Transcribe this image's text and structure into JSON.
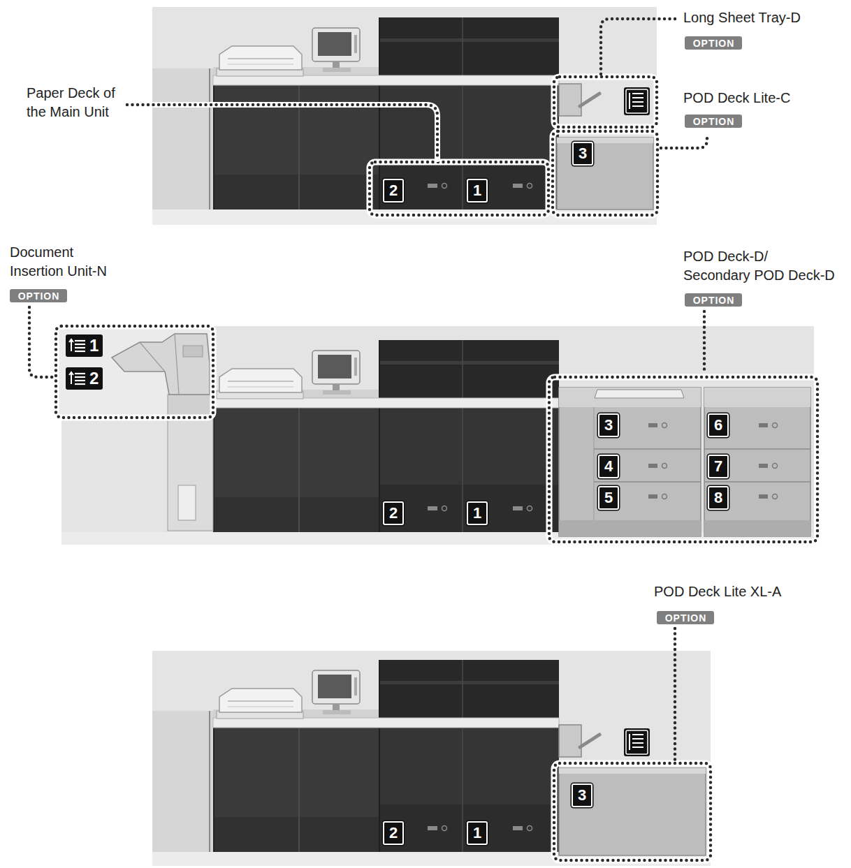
{
  "diagram": {
    "nodes": [
      {
        "text": [
          "OPTION"
        ]
      },
      {
        "text": [
          "OPTION"
        ]
      },
      {
        "text": [
          "3"
        ]
      },
      {
        "text": [
          "2"
        ]
      },
      {
        "text": [
          "1"
        ]
      },
      {
        "text": [
          "OPTION"
        ]
      },
      {
        "text": [
          "OPTION"
        ]
      },
      {
        "text": [
          "1"
        ]
      },
      {
        "text": [
          "2"
        ]
      },
      {
        "text": [
          "3"
        ]
      },
      {
        "text": [
          "6"
        ]
      },
      {
        "text": [
          "4"
        ]
      },
      {
        "text": [
          "7"
        ]
      },
      {
        "text": [
          "5"
        ]
      },
      {
        "text": [
          "8"
        ]
      },
      {
        "text": [
          "2"
        ]
      },
      {
        "text": [
          "1"
        ]
      },
      {
        "text": [
          "OPTION"
        ]
      },
      {
        "text": [
          "3"
        ]
      },
      {
        "text": [
          "2"
        ]
      },
      {
        "text": [
          "1"
        ]
      }
    ],
    "labels": [
      "Long Sheet Tray-D",
      "Paper Deck of the Main Unit",
      "POD Deck Lite-C",
      "Document Insertion Unit-N",
      "POD Deck-D/ Secondary POD Deck-D",
      "POD Deck Lite XL-A"
    ]
  }
}
